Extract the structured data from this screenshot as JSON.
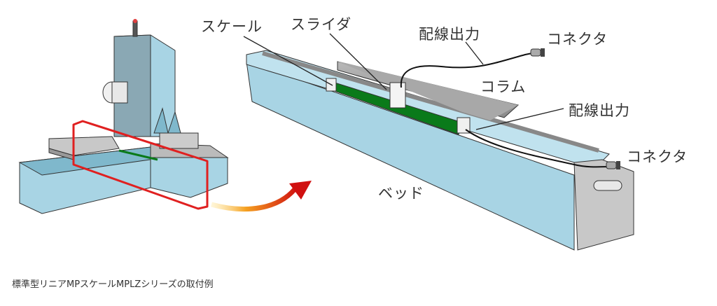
{
  "figure": {
    "labels": {
      "scale": "スケール",
      "slider": "スライダ",
      "wiring_output_top": "配線出力",
      "connector_top": "コネクタ",
      "column": "コラム",
      "wiring_output_right": "配線出力",
      "connector_right": "コネクタ",
      "bed": "ベッド"
    },
    "colors": {
      "machine_blue": "#a8d4e4",
      "scale_green": "#0a7a1a",
      "highlight_red": "#e02020",
      "column_gray": "#a0a0a0"
    }
  },
  "caption": "標準型リニアMPスケールMPLZシリーズの取付例"
}
